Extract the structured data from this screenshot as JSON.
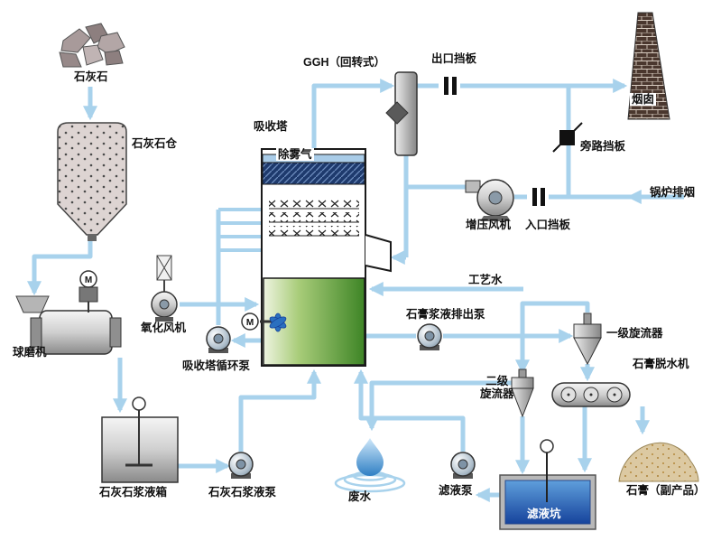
{
  "labels": {
    "limestone": "石灰石",
    "limestone_silo": "石灰石仓",
    "ball_mill": "球磨机",
    "oxidation_fan": "氧化风机",
    "circulation_pump": "吸收塔循环泵",
    "absorption_tower": "吸收塔",
    "demister": "除雾气",
    "ggh": "GGH（回转式）",
    "outlet_damper": "出口挡板",
    "chimney": "烟囱",
    "bypass_damper": "旁路挡板",
    "boiler_exhaust": "锅炉排烟",
    "booster_fan": "增压风机",
    "inlet_damper": "入口挡板",
    "process_water": "工艺水",
    "gypsum_slurry_pump": "石膏浆液排出泵",
    "cyclone1": "一级旋流器",
    "cyclone2_line1": "二级",
    "cyclone2_line2": "旋流器",
    "gypsum_dewatering": "石膏脱水机",
    "gypsum_byproduct": "石膏（副产品）",
    "limestone_slurry_tank": "石灰石浆液箱",
    "limestone_slurry_pump": "石灰石浆液泵",
    "wastewater": "废水",
    "filtrate_pump": "滤液泵",
    "filtrate_pit": "滤液坑",
    "motor": "M"
  },
  "colors": {
    "pipe": "#a8d2ec",
    "tower_green": "#3e8526",
    "demister_navy": "#1d3a6e",
    "pit_water": "#16439c",
    "gypsum": "#dcc9a2"
  }
}
